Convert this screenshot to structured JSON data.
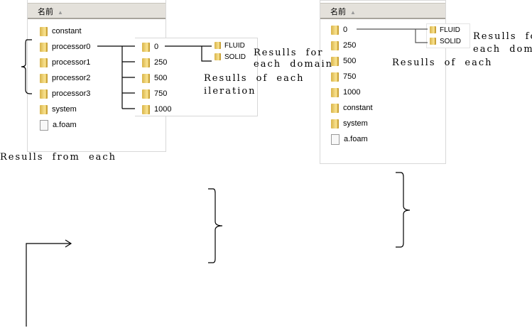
{
  "left_panel": {
    "header": "名前",
    "sort_icon": "▲",
    "items": [
      "constant",
      "processor0",
      "processor1",
      "processor2",
      "processor3",
      "system",
      "a.foam"
    ]
  },
  "iter_panel": {
    "items": [
      "0",
      "250",
      "500",
      "750",
      "1000"
    ]
  },
  "domain_panel": {
    "items": [
      "FLUID",
      "SOLID"
    ]
  },
  "right_panel": {
    "header": "名前",
    "sort_icon": "▲",
    "items": [
      "0",
      "250",
      "500",
      "750",
      "1000",
      "constant",
      "system",
      "a.foam"
    ],
    "domains": [
      "FLUID",
      "SOLID"
    ]
  },
  "notes": {
    "domain_left": [
      "Resulls for",
      "each domain"
    ],
    "iteration_left": [
      "Resulls of each",
      "ileration"
    ],
    "from_each": "Resulls from each",
    "domain_right": [
      "Resulls fo",
      "each doma"
    ],
    "iteration_right": "Resulls of each"
  }
}
